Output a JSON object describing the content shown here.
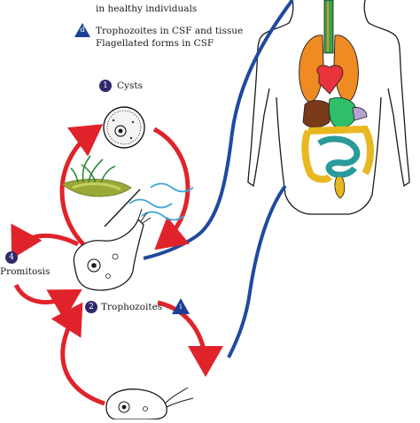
{
  "legend": {
    "top_line_partial": "in healthy individuals",
    "d_marker": "d",
    "d_line1": "Trophozoites in CSF and tissue",
    "d_line2": "Flagellated forms in CSF"
  },
  "stages": {
    "cysts": {
      "number": "1",
      "label": "Cysts"
    },
    "trophozoites": {
      "number": "2",
      "label": "Trophozoites"
    },
    "promitosis": {
      "number": "4",
      "label": "Promitosis"
    },
    "i_marker": "i"
  },
  "colors": {
    "cycle_arrow": "#e0232a",
    "infection_path": "#1f4aa0",
    "badge": "#2e2a6b",
    "triangle": "#1c3f95"
  }
}
